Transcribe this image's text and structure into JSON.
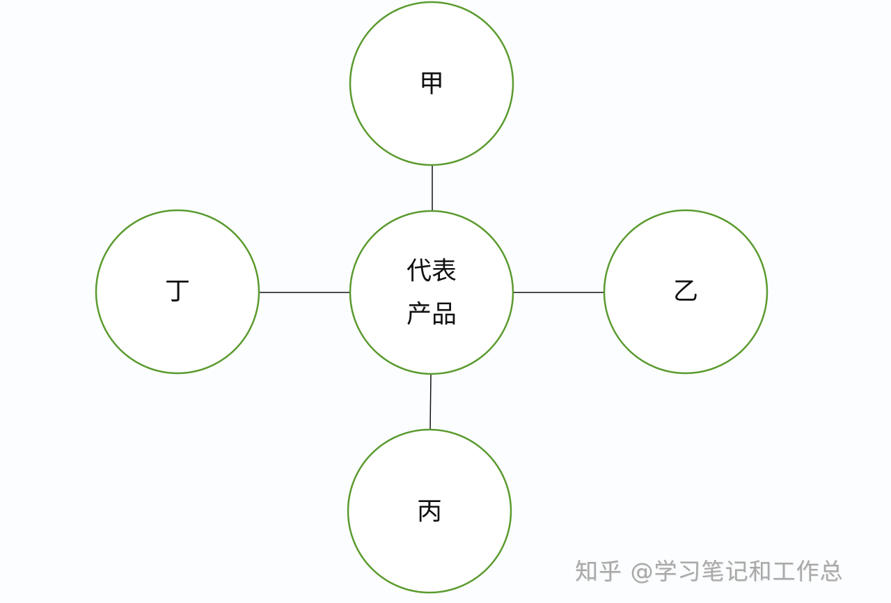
{
  "diagram": {
    "center": {
      "line1": "代表",
      "line2": "产品"
    },
    "nodes": {
      "top": "甲",
      "right": "乙",
      "bottom": "丙",
      "left": "丁"
    },
    "colors": {
      "circle_stroke": "#5a9a2e",
      "connector": "#111111"
    }
  },
  "watermark": "知乎 @学习笔记和工作总"
}
